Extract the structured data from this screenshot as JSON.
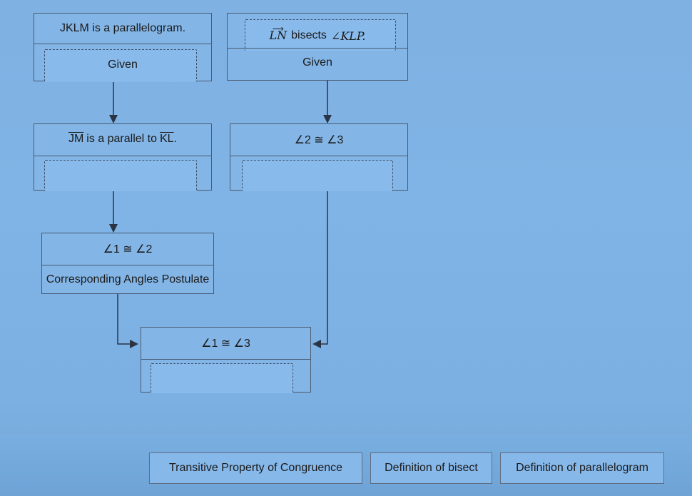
{
  "boxes": {
    "b1": {
      "statement": "JKLM is a parallelogram.",
      "reason": "Given"
    },
    "b2": {
      "statement_vec": "LN",
      "statement_text": "bisects",
      "statement_angle": "∠KLP.",
      "reason": "Given"
    },
    "b3": {
      "seg1": "JM",
      "mid": "is a parallel to",
      "seg2": "KL",
      "end": "."
    },
    "b4": {
      "statement": "∠2 ≅ ∠3"
    },
    "b5": {
      "statement": "∠1 ≅ ∠2",
      "reason": "Corresponding Angles Postulate"
    },
    "b6": {
      "statement": "∠1 ≅ ∠3"
    }
  },
  "answer_tiles": [
    "Transitive Property of Congruence",
    "Definition of bisect",
    "Definition of parallelogram"
  ]
}
